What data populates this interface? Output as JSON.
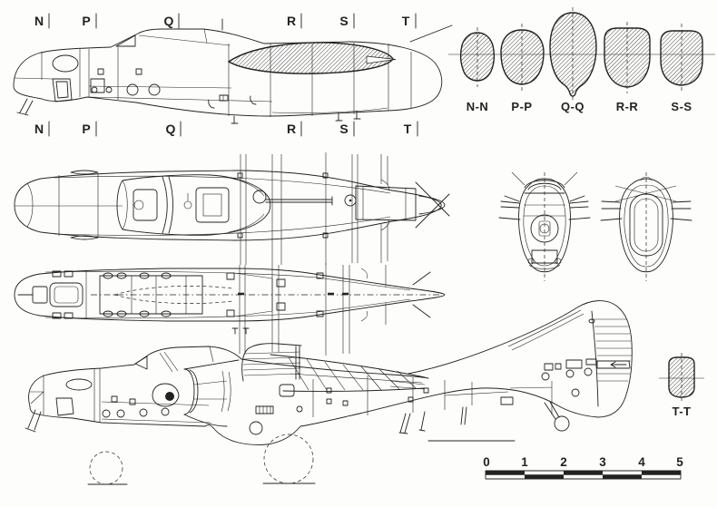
{
  "colors": {
    "ink": "#222222",
    "paper": "#fdfdfb"
  },
  "stations": {
    "top": [
      "N",
      "P",
      "Q",
      "R",
      "S",
      "T"
    ],
    "bottom": [
      "N",
      "P",
      "Q",
      "R",
      "S",
      "T"
    ]
  },
  "cross_sections": {
    "labels": [
      "N-N",
      "P-P",
      "Q-Q",
      "R-R",
      "S-S"
    ],
    "tail_label": "T-T"
  },
  "scale_bar": {
    "ticks": [
      "0",
      "1",
      "2",
      "3",
      "4",
      "5"
    ]
  }
}
